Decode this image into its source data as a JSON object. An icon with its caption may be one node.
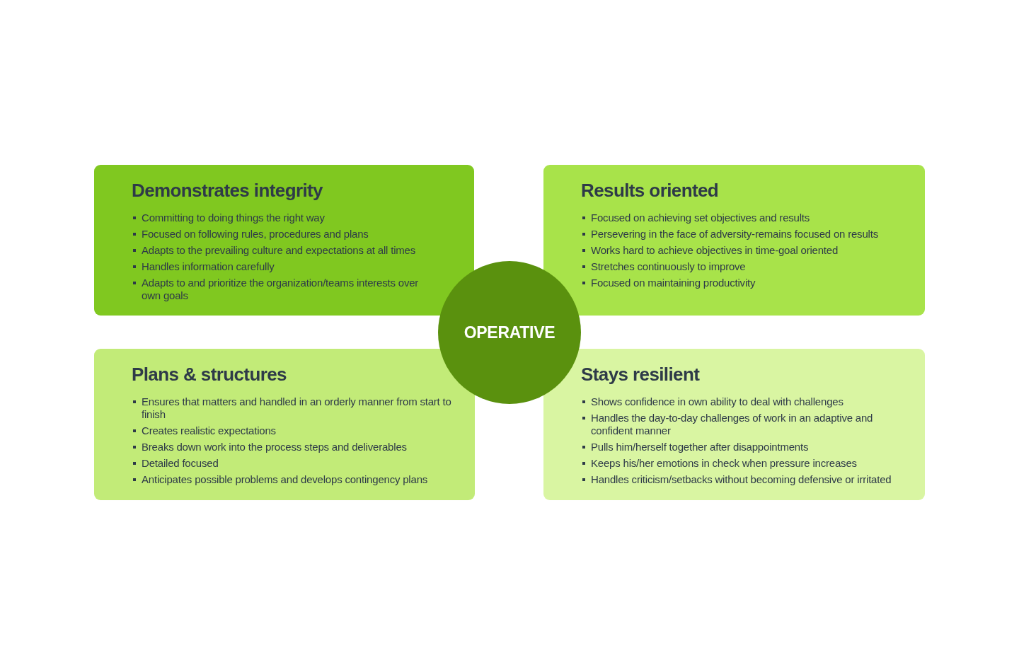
{
  "diagram": {
    "nodes": [
      {
        "text": [
          "Demonstrates integrity",
          "Committing to doing things the right way",
          "Focused on following rules, procedures and plans",
          "Adapts to the prevailing culture and expectations at all times",
          "Handles information carefully",
          "Adapts to and prioritize the organization/teams interests over own goals"
        ]
      },
      {
        "text": [
          "Results oriented",
          "Focused on achieving set objectives and results",
          "Persevering in the face of adversity-remains focused on results",
          "Works hard to achieve objectives in time-goal oriented",
          "Stretches continuously to improve",
          "Focused on maintaining productivity"
        ]
      },
      {
        "text": [
          "OPERATIVE"
        ]
      },
      {
        "text": [
          "Plans & structures",
          "Ensures that matters and handled in an orderly manner from start to finish",
          "Creates realistic expectations",
          "Breaks down work into the process steps and deliverables",
          "Detailed focused",
          "Anticipates possible problems and develops contingency plans"
        ]
      },
      {
        "text": [
          "Stays resilient",
          "Shows confidence in own ability to deal with challenges",
          "Handles the day-to-day challenges of work in an adaptive and confident manner",
          "Pulls him/herself together after disappointments",
          "Keeps his/her emotions in check when pressure increases",
          "Handles criticism/setbacks without becoming defensive or irritated"
        ]
      }
    ]
  }
}
